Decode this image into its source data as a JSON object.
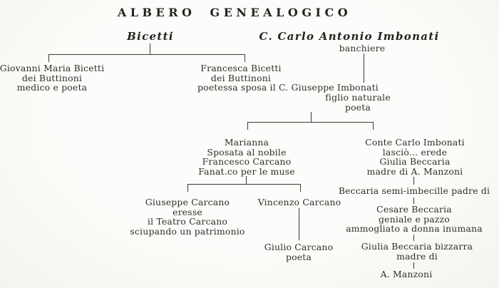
{
  "title": "ALBERO GENEALOGICO",
  "families": {
    "bicetti": {
      "label": "Bicetti"
    },
    "imbonati": {
      "label": "C. Carlo Antonio Imbonati",
      "occupation": "banchiere"
    }
  },
  "people": {
    "giovanni_bicetti": {
      "lines": [
        "Giovanni Maria Bicetti",
        "dei Buttinoni",
        "medico e poeta"
      ]
    },
    "francesca_bicetti": {
      "lines": [
        "Francesca Bicetti",
        "dei Buttinoni"
      ]
    },
    "francesca_marriage": {
      "lines": [
        "poetessa sposa il C. Giuseppe Imbonati"
      ]
    },
    "giuseppe_imbonati": {
      "lines": [
        "figlio naturale",
        "poeta"
      ]
    },
    "marianna": {
      "lines": [
        "Marianna",
        "Sposata al nobile",
        "Francesco Carcano",
        "Fanat.co per le muse"
      ]
    },
    "conte_carlo_imbonati": {
      "lines": [
        "Conte Carlo Imbonati",
        "lasciò... erede",
        "Giulia Beccaria",
        "madre di A. Manzoni"
      ]
    },
    "giuseppe_carcano": {
      "lines": [
        "Giuseppe Carcano",
        "eresse",
        "il Teatro Carcano",
        "sciupando un patrimonio"
      ]
    },
    "vincenzo_carcano": {
      "lines": [
        "Vincenzo Carcano"
      ]
    },
    "giulio_carcano": {
      "lines": [
        "Giulio Carcano",
        "poeta"
      ]
    },
    "beccaria_padre": {
      "lines": [
        "Beccaria semi-imbecille padre di"
      ]
    },
    "cesare_beccaria": {
      "lines": [
        "Cesare Beccaria",
        "geniale e pazzo",
        "ammogliato a donna inumana"
      ]
    },
    "giulia_beccaria": {
      "lines": [
        "Giulia Beccaria bizzarra",
        "madre di"
      ]
    },
    "a_manzoni": {
      "lines": [
        "A. Manzoni"
      ]
    }
  }
}
